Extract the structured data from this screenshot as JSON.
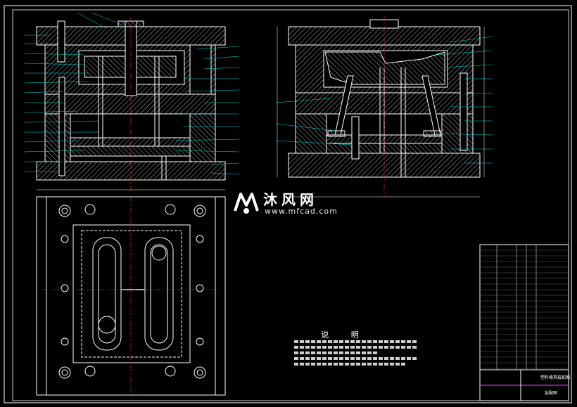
{
  "drawing": {
    "colors": {
      "background": "#000000",
      "border": "#ffffff",
      "outline": "#ffffff",
      "hatch": "#dcdcdc",
      "center_line": "#ff3030",
      "leader": "#00e0e0",
      "balloon_text": "#e0e0e0",
      "title_block_accent": "#ff40ff"
    }
  },
  "views": {
    "front_section": "front-section-view",
    "side_section": "side-section-view",
    "plan": "plan-view"
  },
  "notes": {
    "title": "说 明"
  },
  "watermark": {
    "name": "沐风网",
    "url": "www.mfcad.com",
    "icon": "mfcad-logo-icon"
  },
  "title_block": {
    "drawing_title": "塑料模具装配图",
    "sheet_label": "装配图"
  }
}
